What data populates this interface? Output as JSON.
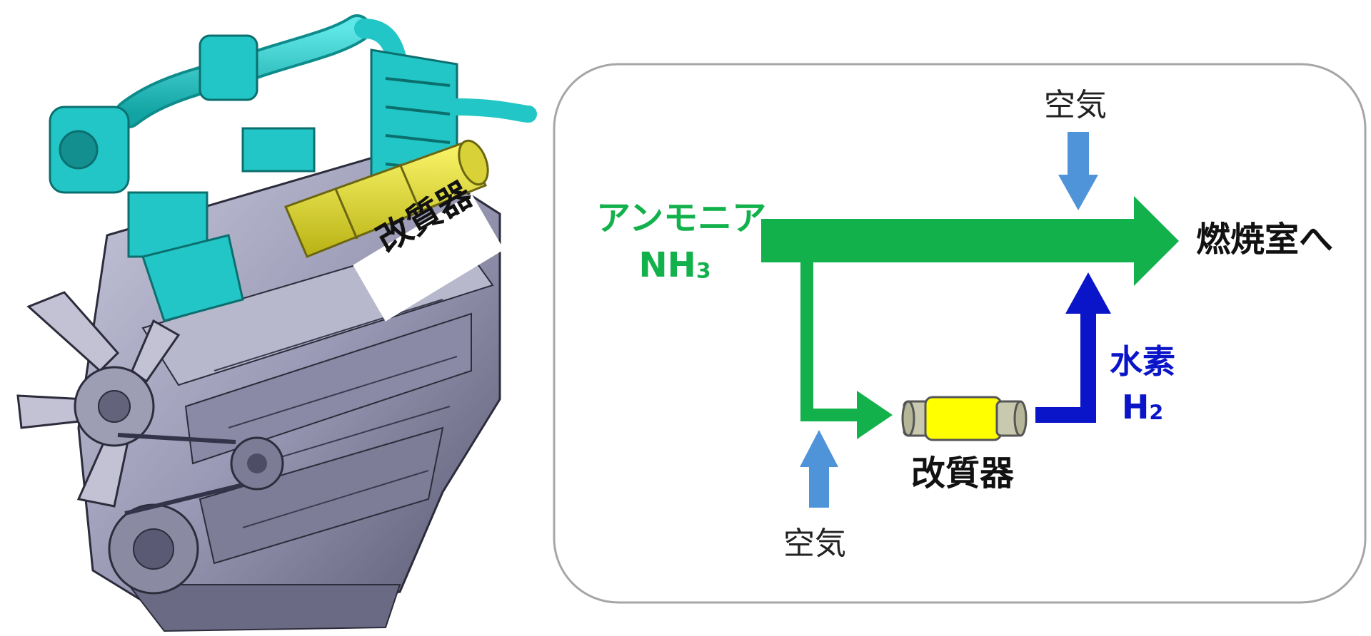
{
  "engine_callout": {
    "label": "改質器"
  },
  "flow_diagram": {
    "ammonia": {
      "name": "アンモニア",
      "formula_main": "NH",
      "formula_sub": "3"
    },
    "hydrogen": {
      "name": "水素",
      "formula_main": "H",
      "formula_sub": "2"
    },
    "reformer_label": "改質器",
    "destination": "燃焼室へ",
    "air_top": "空気",
    "air_bottom": "空気",
    "colors": {
      "ammonia_flow": "#13b14c",
      "hydrogen_flow": "#0a14c8",
      "air_flow": "#4f93d9",
      "reformer_body": "#ffff00",
      "engine_accent": "#22c6c6",
      "engine_reformer": "#e6e022",
      "engine_block": "#9a9ab6"
    }
  }
}
